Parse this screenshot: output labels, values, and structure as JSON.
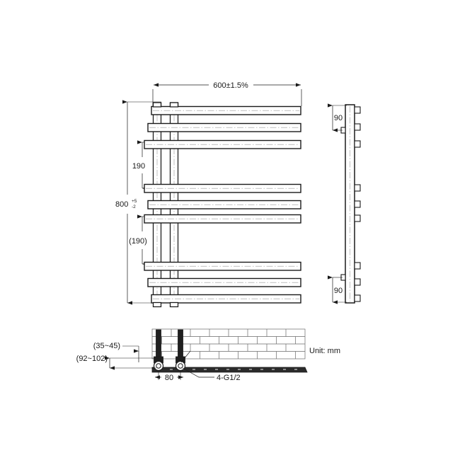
{
  "drawing": {
    "title": "towel-rail-radiator-technical-drawing",
    "unit_note": "Unit: mm",
    "views": {
      "front": {
        "name": "front-elevation",
        "width_dimension": "600±1.5%",
        "height_dimension": "800",
        "height_tolerance_upper": "+5",
        "height_tolerance_lower": "-2",
        "spacing_upper": "190",
        "spacing_lower": "(190)",
        "rail_count": 9,
        "rail_groups": 3,
        "rails_per_group": 3,
        "vertical_manifold_count": 2
      },
      "side": {
        "name": "side-elevation",
        "top_offset": "90",
        "bottom_offset": "90",
        "rail_stub_count": 9
      },
      "detail": {
        "name": "wall-mount-valve-detail",
        "wall_clearance": "(35~45)",
        "floor_height": "(92~102)",
        "valve_centers": "80",
        "connection_thread": "4-G1/2",
        "wall_pattern": "brick",
        "brick_rows": 4
      }
    },
    "colors": {
      "line": "#1a1a1a",
      "thin_line": "#555555",
      "center_line": "#8a8a8a",
      "fill": "#ffffff",
      "hatch": "#3a3a3a",
      "background": "#ffffff"
    }
  }
}
